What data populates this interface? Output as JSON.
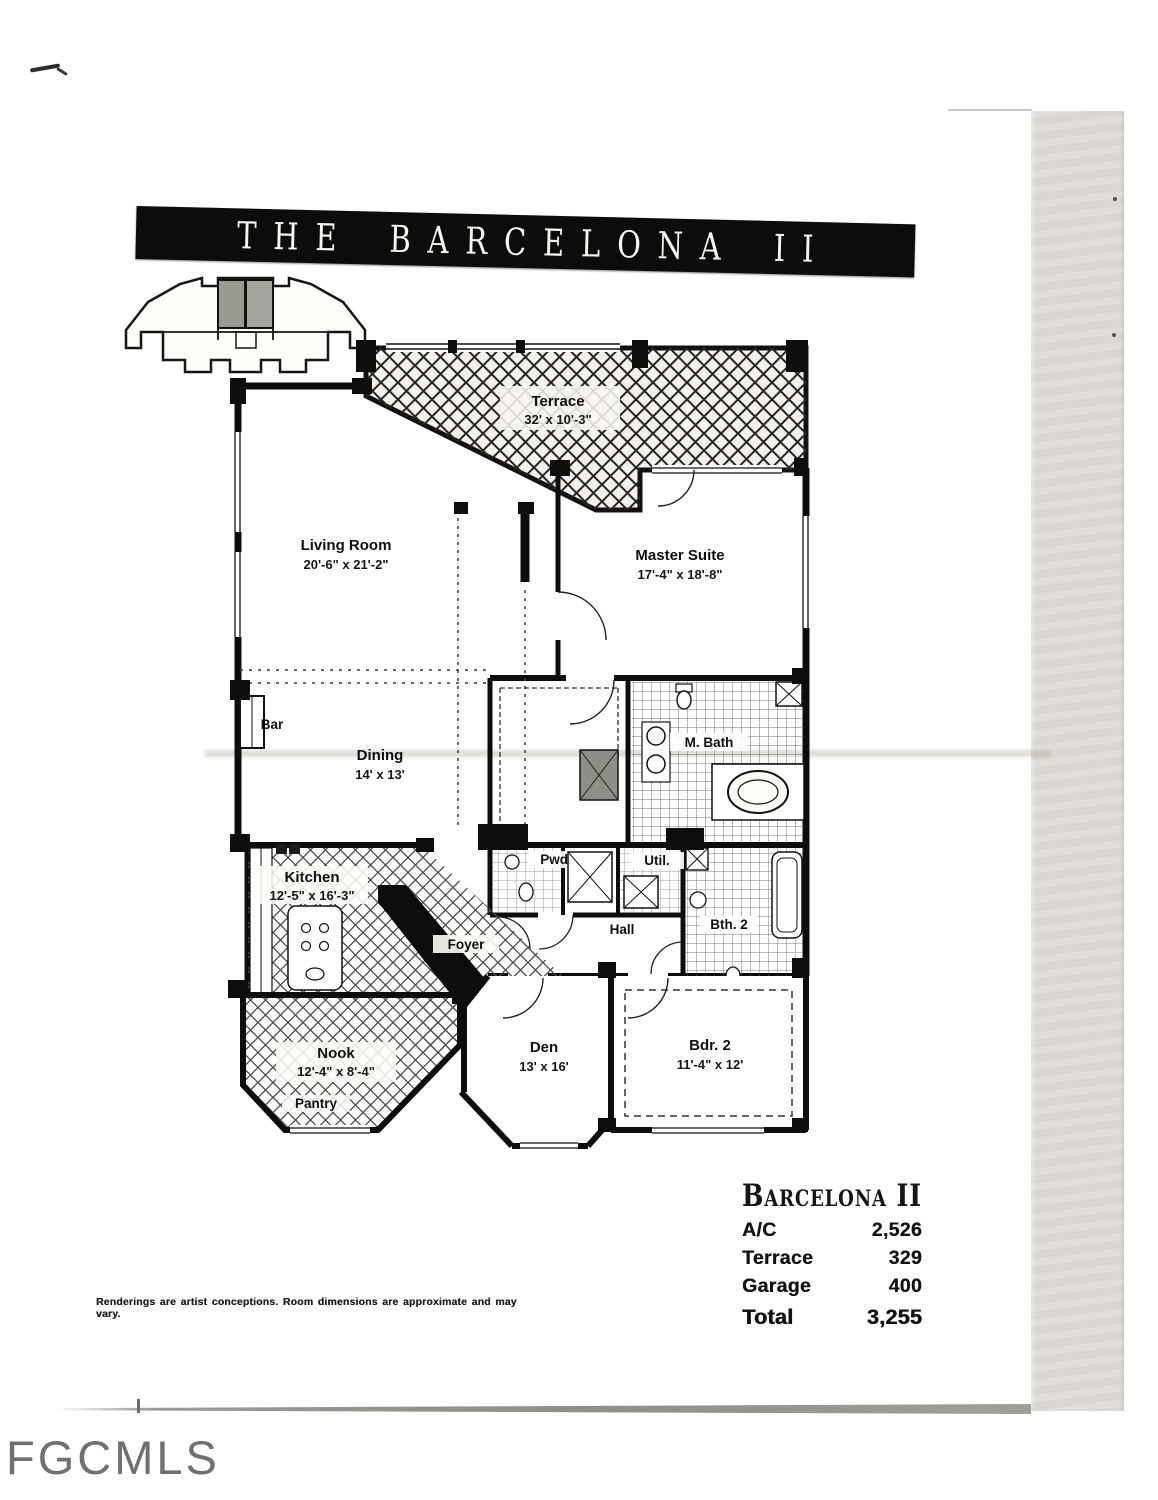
{
  "banner": {
    "title": "THE BARCELONA II"
  },
  "rooms": {
    "terrace": {
      "name": "Terrace",
      "dims": "32' x 10'-3\""
    },
    "living_room": {
      "name": "Living Room",
      "dims": "20'-6\" x 21'-2\""
    },
    "master_suite": {
      "name": "Master Suite",
      "dims": "17'-4\" x 18'-8\""
    },
    "bar": {
      "name": "Bar"
    },
    "dining": {
      "name": "Dining",
      "dims": "14' x 13'"
    },
    "m_bath": {
      "name": "M. Bath"
    },
    "pwd": {
      "name": "Pwd."
    },
    "util": {
      "name": "Util."
    },
    "kitchen": {
      "name": "Kitchen",
      "dims": "12'-5\" x 16'-3\""
    },
    "foyer": {
      "name": "Foyer"
    },
    "hall": {
      "name": "Hall"
    },
    "bth2": {
      "name": "Bth. 2"
    },
    "nook": {
      "name": "Nook",
      "dims": "12'-4\" x 8'-4\""
    },
    "pantry": {
      "name": "Pantry"
    },
    "den": {
      "name": "Den",
      "dims": "13' x 16'"
    },
    "bdr2": {
      "name": "Bdr. 2",
      "dims": "11'-4\" x 12'"
    }
  },
  "stats": {
    "title": "Barcelona II",
    "rows": [
      {
        "label": "A/C",
        "value": "2,526"
      },
      {
        "label": "Terrace",
        "value": "329"
      },
      {
        "label": "Garage",
        "value": "400"
      },
      {
        "label": "Total",
        "value": "3,255"
      }
    ]
  },
  "footer": {
    "disclaimer": "Renderings are artist conceptions. Room dimensions are approximate and may vary.",
    "watermark": "FGCMLS"
  },
  "colors": {
    "banner_bg": "#0c0c0c",
    "banner_text": "#f4f4f0",
    "wall": "#0d0d0d",
    "scan_strip": "#d8d7d3",
    "watermark": "#707070",
    "keyplan_unit_shade": "#9a9a95"
  }
}
